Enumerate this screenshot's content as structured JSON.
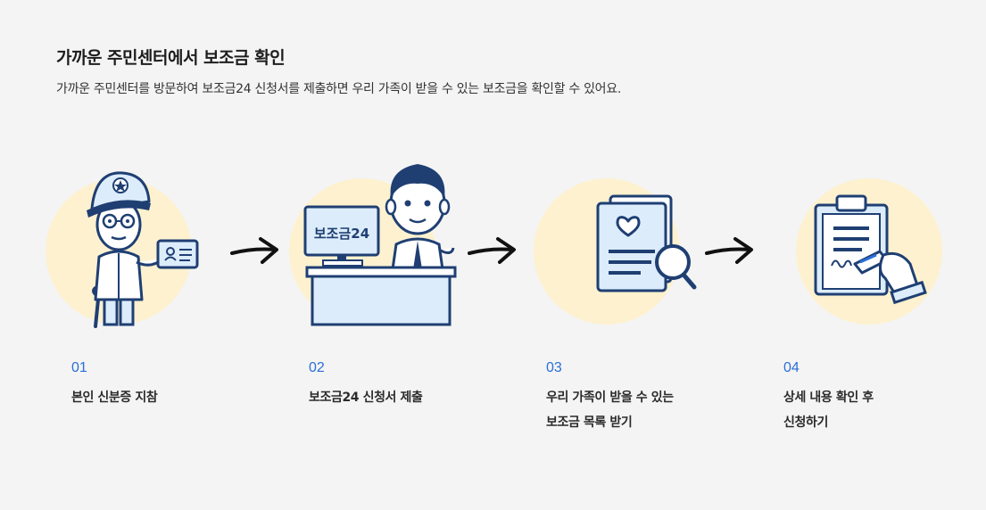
{
  "title": "가까운 주민센터에서 보조금 확인",
  "description": "가까운 주민센터를 방문하여 보조금24 신청서를 제출하면 우리 가족이 받을 수 있는 보조금을 확인할 수 있어요.",
  "colors": {
    "accent": "#2a6fd6",
    "navy": "#1f3f73",
    "circle": "#fdf1cf",
    "light_blue": "#dcecfb"
  },
  "monitor_label": "보조금24",
  "steps": [
    {
      "number": "01",
      "text": "본인 신분증 지참",
      "icon": "elderly-man-with-id-card-icon"
    },
    {
      "number": "02",
      "text": "보조금24 신청서 제출",
      "icon": "clerk-at-desk-icon"
    },
    {
      "number": "03",
      "text": "우리 가족이 받을 수 있는\n보조금 목록 받기",
      "icon": "document-magnifier-icon"
    },
    {
      "number": "04",
      "text": "상세 내용 확인 후\n신청하기",
      "icon": "clipboard-signing-icon"
    }
  ]
}
